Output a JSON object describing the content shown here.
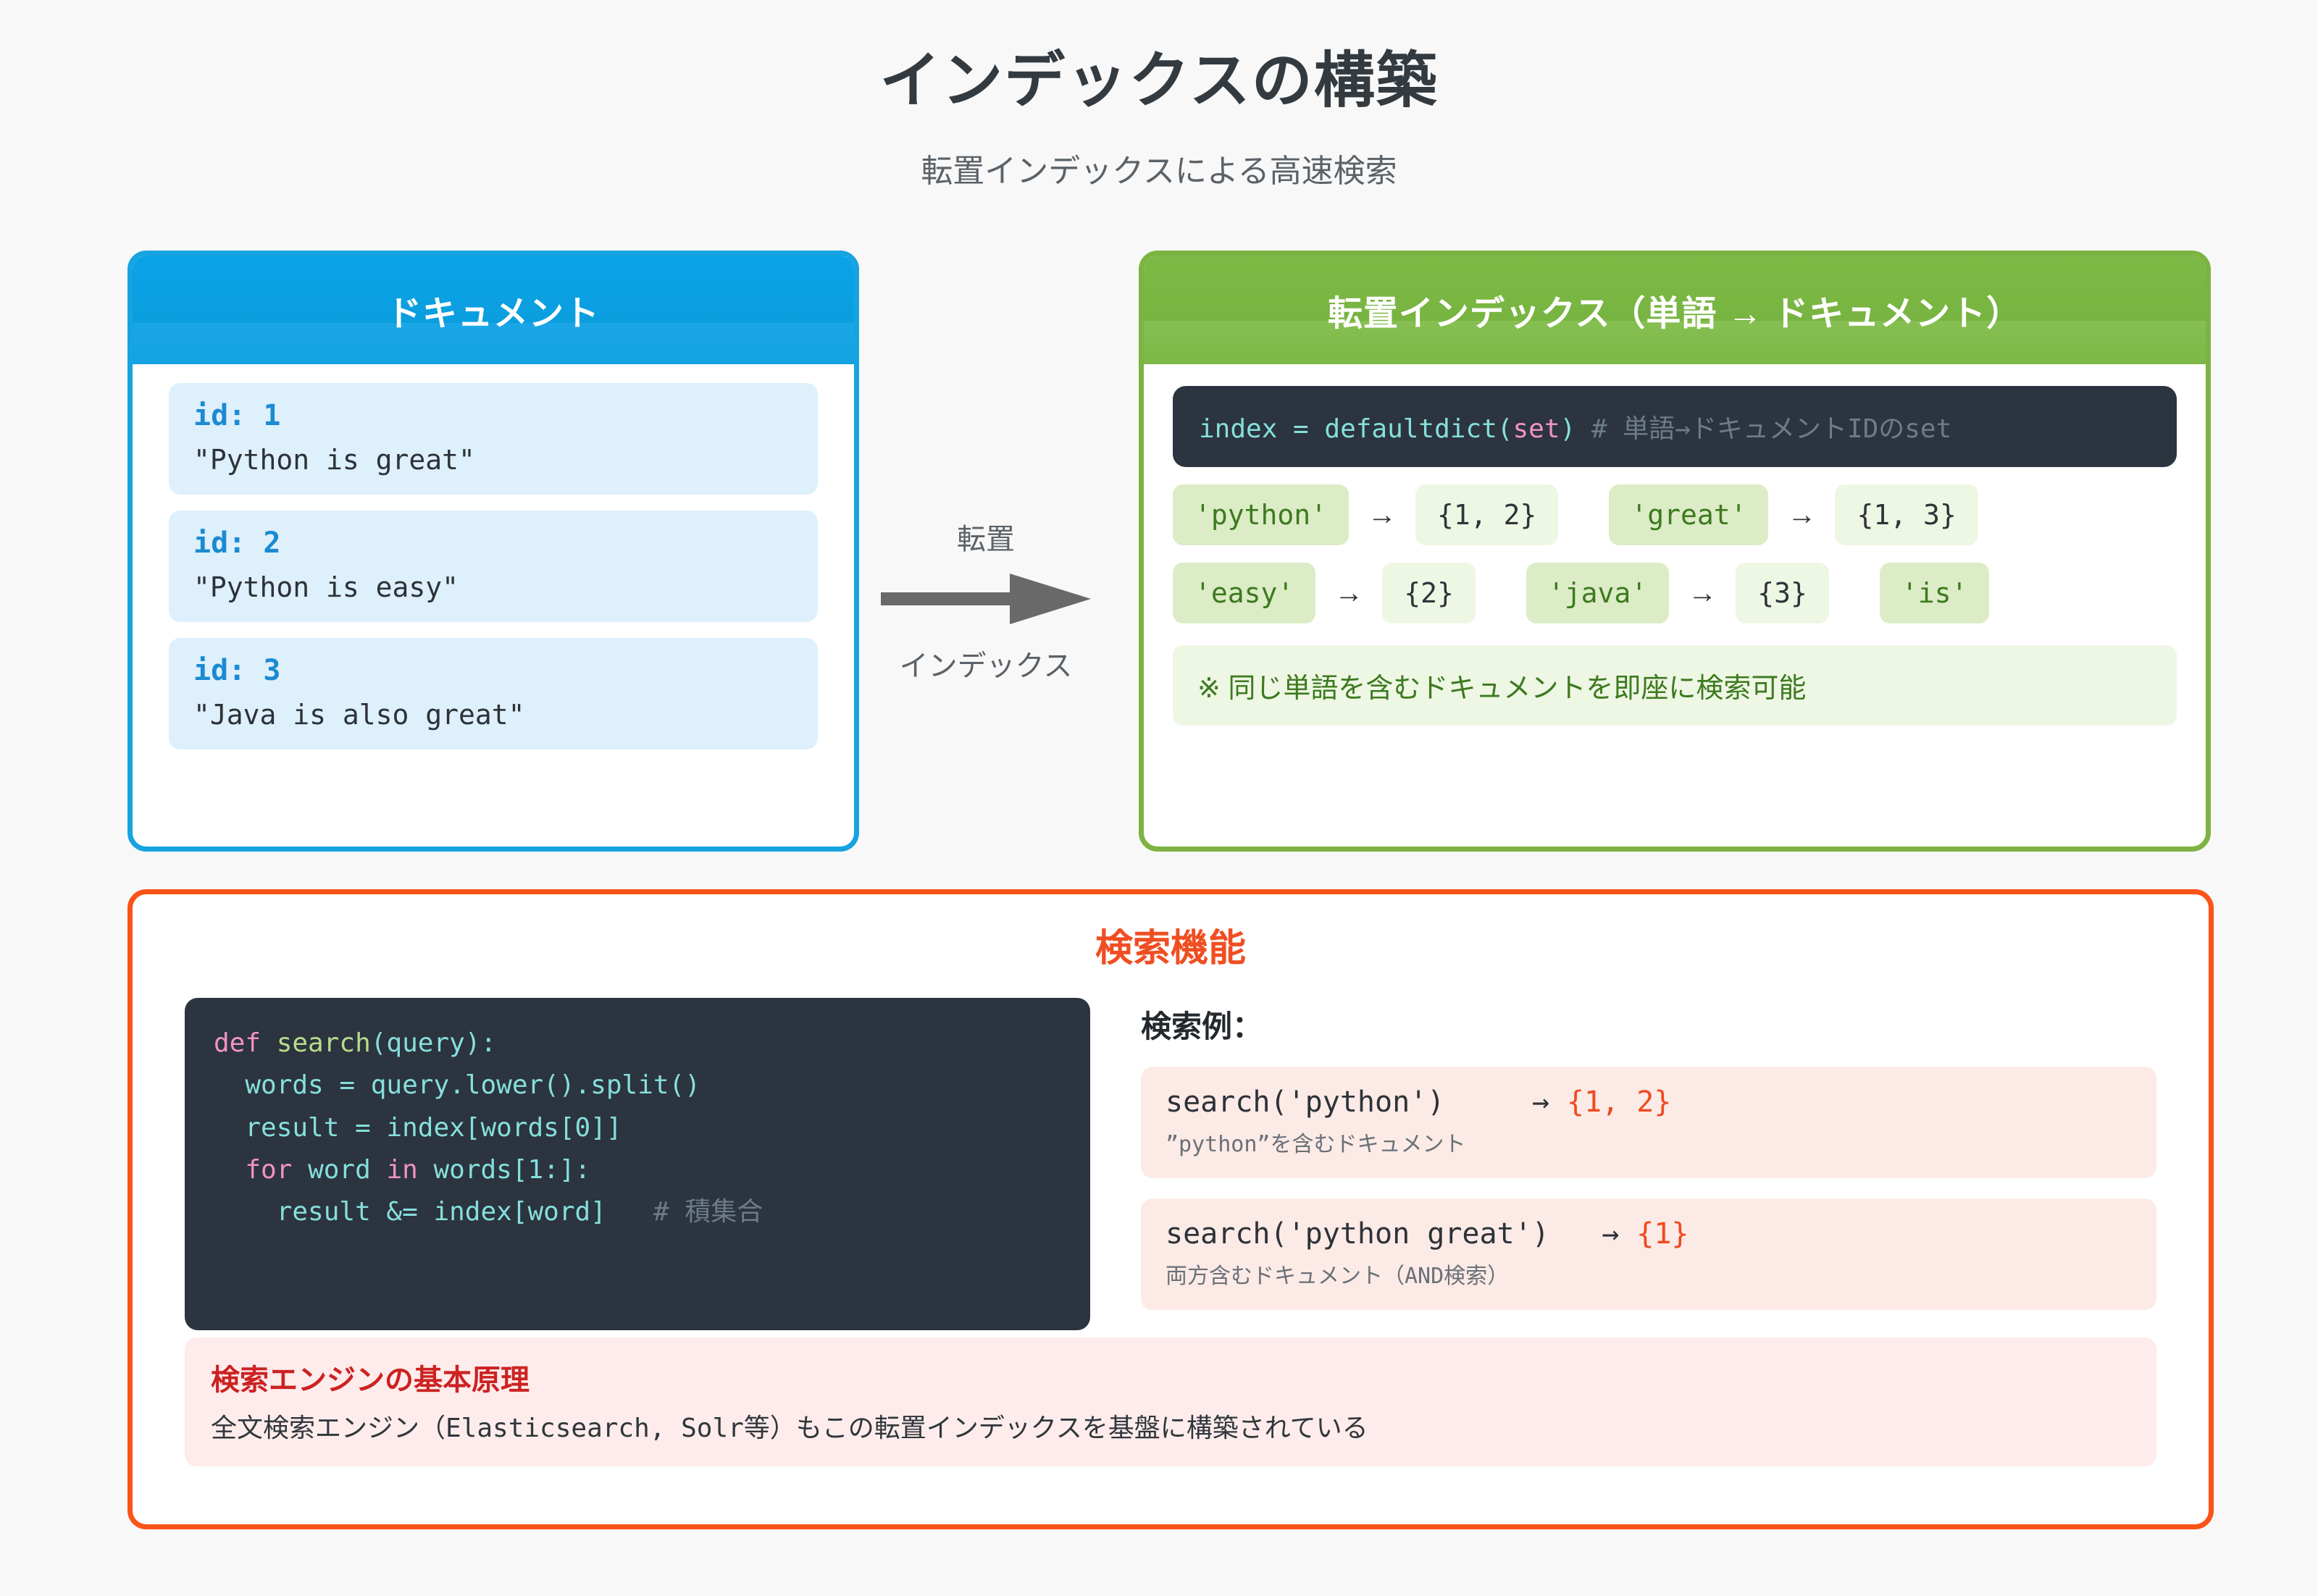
{
  "header": {
    "title": "インデックスの構築",
    "subtitle": "転置インデックスによる高速検索"
  },
  "documents_panel": {
    "heading": "ドキュメント",
    "items": [
      {
        "id_label": "id: 1",
        "text": "\"Python is great\""
      },
      {
        "id_label": "id: 2",
        "text": "\"Python is easy\""
      },
      {
        "id_label": "id: 3",
        "text": "\"Java is also great\""
      }
    ]
  },
  "transform": {
    "top_label": "転置",
    "bottom_label": "インデックス",
    "arrow_icon": "right-arrow-icon"
  },
  "index_panel": {
    "heading": "転置インデックス（単語 → ドキュメント）",
    "code": {
      "main": "index = defaultdict(",
      "keyword": "set",
      "close": ")",
      "comment": "# 単語→ドキュメントIDのset"
    },
    "mappings_row1": [
      {
        "word": "'python'",
        "arrow": "→",
        "set": "{1, 2}"
      },
      {
        "word": "'great'",
        "arrow": "→",
        "set": "{1, 3}"
      }
    ],
    "mappings_row2": [
      {
        "word": "'easy'",
        "arrow": "→",
        "set": "{2}"
      },
      {
        "word": "'java'",
        "arrow": "→",
        "set": "{3}"
      },
      {
        "word": "'is'",
        "arrow": "",
        "set": ""
      }
    ],
    "note": "※ 同じ単語を含むドキュメントを即座に検索可能"
  },
  "search_panel": {
    "title": "検索機能",
    "code_lines": [
      {
        "kw": "def ",
        "fn": "search",
        "rest": "(query):"
      },
      {
        "indent": "  ",
        "rest": "words = query.lower().split()"
      },
      {
        "indent": "  ",
        "rest": "result = index[words[0]]"
      },
      {
        "indent": "  ",
        "kw": "for ",
        "rest": "word ",
        "kw2": "in ",
        "rest2": "words[1:]:"
      },
      {
        "indent": "    ",
        "rest": "result &= index[word]",
        "comment": "   # 積集合"
      }
    ],
    "examples_heading": "検索例：",
    "examples": [
      {
        "call": "search('python')",
        "arrow": "→",
        "result": "{1, 2}",
        "desc": "”python”を含むドキュメント"
      },
      {
        "call": "search('python great')",
        "arrow": "→",
        "result": "{1}",
        "desc": "両方含むドキュメント（AND検索）"
      }
    ],
    "footer": {
      "title": "検索エンジンの基本原理",
      "text": "全文検索エンジン（Elasticsearch, Solr等）もこの転置インデックスを基盤に構築されている"
    }
  },
  "colors": {
    "background": "#f8f8f8",
    "documents_accent": "#17a3e0",
    "index_accent": "#7cb342",
    "search_accent": "#fb5318",
    "code_bg": "#2b343f",
    "result_highlight": "#ef4a1e"
  }
}
